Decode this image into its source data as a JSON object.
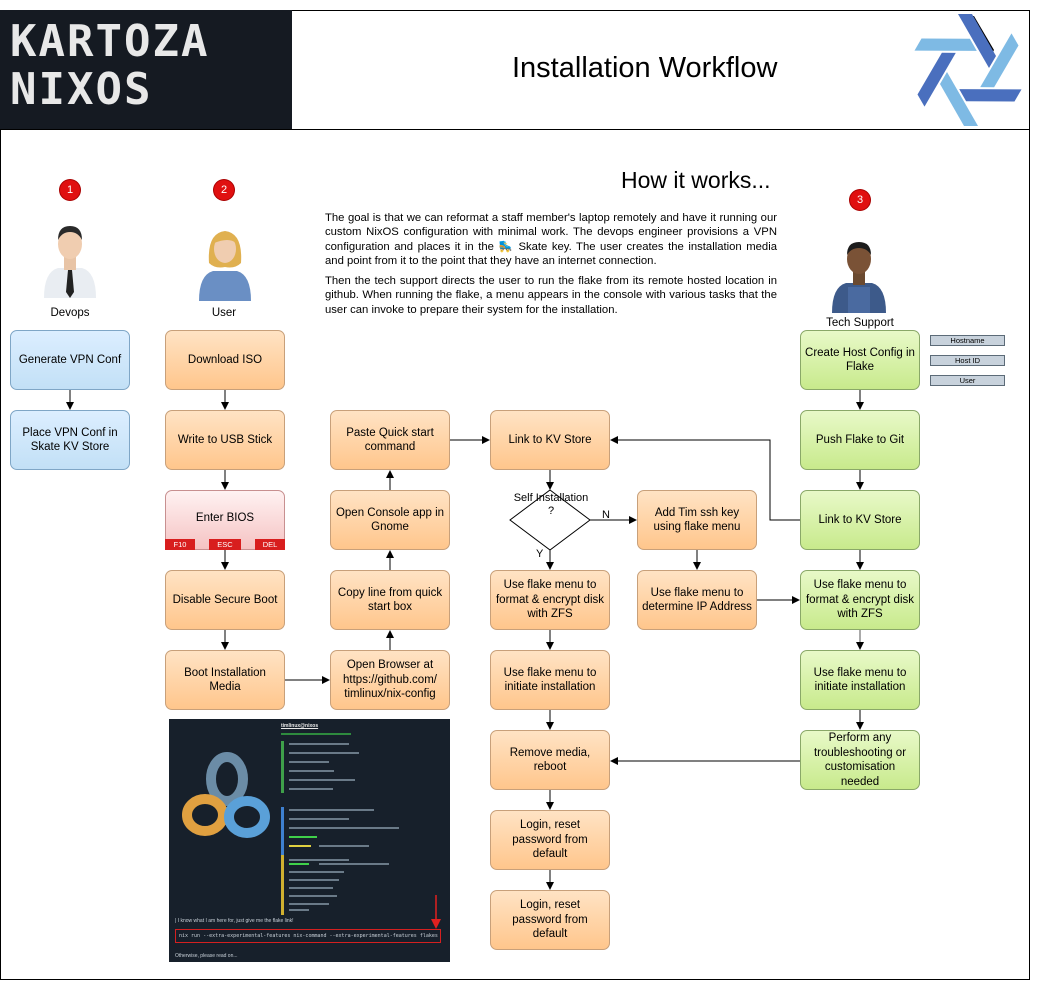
{
  "header": {
    "logo_text": "KARTOZA\nNIXOS",
    "title": "Installation Workflow"
  },
  "how": {
    "heading": "How it works...",
    "paragraph1": "The goal is that we can reformat a staff member's laptop remotely and have it running our custom NixOS configuration with minimal work. The devops engineer provisions a VPN configuration and places it in the 🛼 Skate key. The user creates the installation media and point from it to the point that they have an internet connection.",
    "paragraph2": "Then the tech support directs the user to run the flake from its remote hosted location in github. When running the flake, a menu appears in the console with various tasks that the user can invoke to prepare their system for the installation."
  },
  "actors": {
    "devops": {
      "badge": "1",
      "label": "Devops"
    },
    "user": {
      "badge": "2",
      "label": "User"
    },
    "tech": {
      "badge": "3",
      "label": "Tech Support"
    }
  },
  "devops_steps": [
    "Generate VPN Conf",
    "Place VPN Conf in Skate KV Store"
  ],
  "user_steps": [
    "Download ISO",
    "Write to USB Stick",
    "Enter BIOS",
    "Disable Secure Boot",
    "Boot Installation Media"
  ],
  "bios_keys": [
    "F10",
    "ESC",
    "DEL"
  ],
  "browser_steps": [
    "Open Browser at https://github.com/ timlinux/nix-config",
    "Copy line from quick start box",
    "Open Console app in Gnome",
    "Paste Quick start command"
  ],
  "install_steps": {
    "link": "Link to KV Store",
    "decision": "Self Installation ?",
    "yes": "Y",
    "no": "N",
    "format": "Use flake menu to format & encrypt disk with ZFS",
    "initiate": "Use flake menu to initiate installation",
    "remove": "Remove media, reboot",
    "login1": "Login, reset password from default",
    "login2": "Login, reset password from default"
  },
  "assist_steps": {
    "add_key": "Add Tim ssh key using flake menu",
    "determine_ip": "Use flake menu to determine IP Address"
  },
  "tech_steps": {
    "create": "Create Host Config in Flake",
    "push": "Push Flake to Git",
    "link": "Link to KV Store",
    "format": "Use flake menu to format & encrypt disk with ZFS",
    "initiate": "Use flake menu to initiate installation",
    "troubleshoot": "Perform any troubleshooting or customisation needed"
  },
  "host_fields": [
    "Hostname",
    "Host ID",
    "User"
  ],
  "terminal": {
    "username": "timlinux@nixos",
    "prompt": "| I know what I am here for, just give me the flake link!",
    "command": "nix run --extra-experimental-features nix-command --extra-experimental-features flakes github:timlinux/nix-config",
    "footer": "Otherwise, please read on..."
  },
  "colors": {
    "badge": "#e01010",
    "devops": "#c2e0f6",
    "user": "#ffc68c",
    "tech": "#c8ea8c",
    "nix_dark": "#4a6fbe",
    "nix_light": "#7ebae4"
  }
}
